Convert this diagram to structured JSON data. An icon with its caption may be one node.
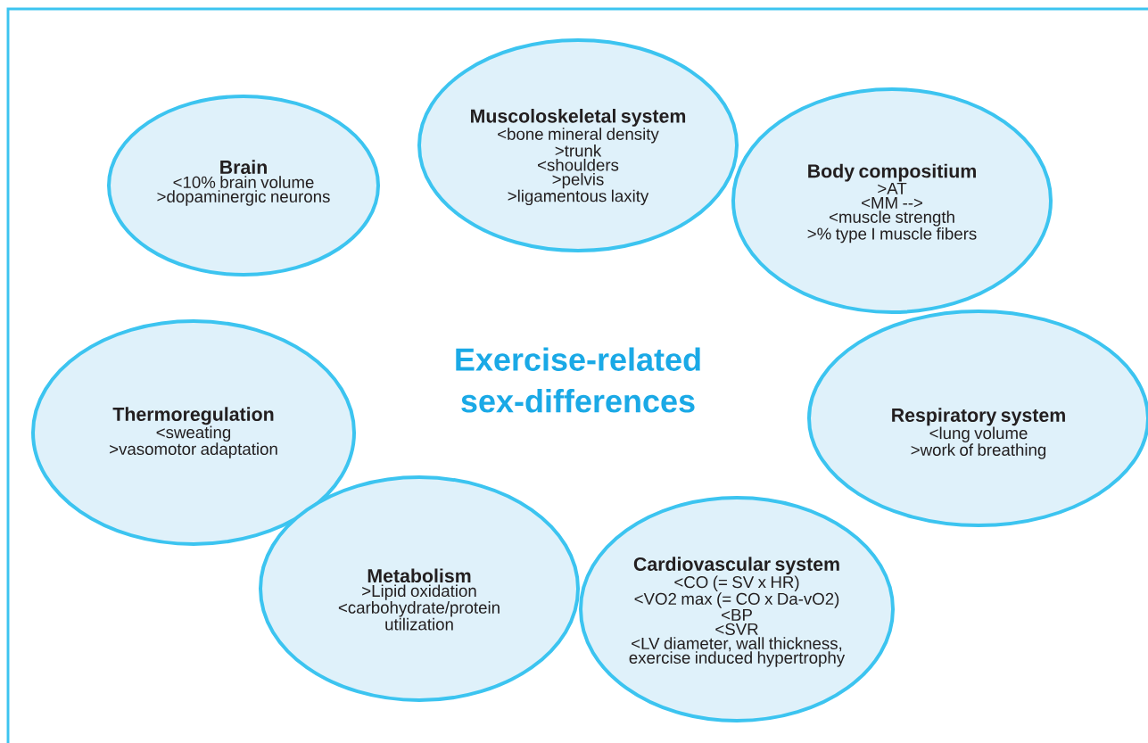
{
  "diagram": {
    "title": "Exercise-related sex-differences",
    "nodes": [
      {
        "text": [
          "Brain",
          "<10% brain volume",
          ">dopaminergic neurons"
        ]
      },
      {
        "text": [
          "Muscoloskeletal system",
          "<bone mineral density",
          ">trunk",
          "<shoulders",
          ">pelvis",
          ">ligamentous laxity"
        ]
      },
      {
        "text": [
          "Body compositium",
          ">AT",
          "<MM -->",
          "<muscle strength",
          ">% type I muscle fibers"
        ]
      },
      {
        "text": [
          "Thermoregulation",
          "<sweating",
          ">vasomotor adaptation"
        ]
      },
      {
        "text": [
          "Respiratory system",
          "<lung volume",
          ">work of breathing"
        ]
      },
      {
        "text": [
          "Metabolism",
          ">Lipid oxidation",
          "<carbohydrate/protein utilization"
        ]
      },
      {
        "text": [
          "Cardiovascular system",
          "<CO (= SV x HR)",
          "<VO2 max (= CO x Da-vO2)",
          "<BP",
          "<SVR",
          "<LV diameter, wall thickness, exercise induced hypertrophy"
        ]
      }
    ]
  }
}
